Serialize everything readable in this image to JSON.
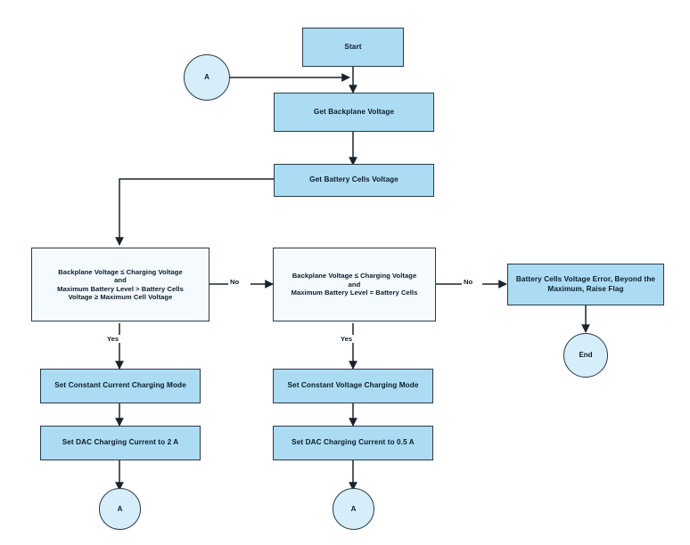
{
  "diagram": {
    "title": "Battery Charging Control Flowchart",
    "colors": {
      "process_fill": "#ABDCF3",
      "decision_fill": "#F4FAFD",
      "connector_fill": "#D6EEF9",
      "stroke": "#2b3a46",
      "text": "#0d1b2a",
      "background": "#ffffff"
    },
    "nodes": {
      "connector_top_a": {
        "label": "A",
        "shape": "circle"
      },
      "start": {
        "label": "Start",
        "shape": "process"
      },
      "get_backplane_voltage": {
        "label": "Get Backplane Voltage",
        "shape": "process"
      },
      "get_battery_cells_voltage": {
        "label": "Get Battery Cells Voltage",
        "shape": "process"
      },
      "decision_constant_current": {
        "shape": "decision",
        "lines": [
          "Backplane Voltage ≤ Charging Voltage",
          "and",
          "Maximum Battery Level > Battery Cells",
          "Voltage ≥ Maximum Cell Voltage"
        ]
      },
      "decision_constant_voltage": {
        "shape": "decision",
        "lines": [
          "Backplane Voltage ≤ Charging Voltage",
          "and",
          "Maximum Battery Level = Battery Cells"
        ]
      },
      "error_box": {
        "shape": "process",
        "lines": [
          "Battery Cells Voltage Error, Beyond the",
          "Maximum, Raise Flag"
        ]
      },
      "end": {
        "label": "End",
        "shape": "circle"
      },
      "set_constant_current_mode": {
        "label": "Set Constant Current Charging Mode",
        "shape": "process"
      },
      "set_constant_voltage_mode": {
        "label": "Set Constant Voltage Charging Mode",
        "shape": "process"
      },
      "set_dac_current_2a": {
        "label": "Set DAC Charging Current to 2 A",
        "shape": "process"
      },
      "set_dac_current_05a": {
        "label": "Set DAC Charging Current to 0.5 A",
        "shape": "process"
      },
      "connector_bottom_left_a": {
        "label": "A",
        "shape": "circle"
      },
      "connector_bottom_right_a": {
        "label": "A",
        "shape": "circle"
      }
    },
    "edge_labels": {
      "no_1": "No",
      "no_2": "No",
      "yes_1": "Yes",
      "yes_2": "Yes"
    }
  }
}
